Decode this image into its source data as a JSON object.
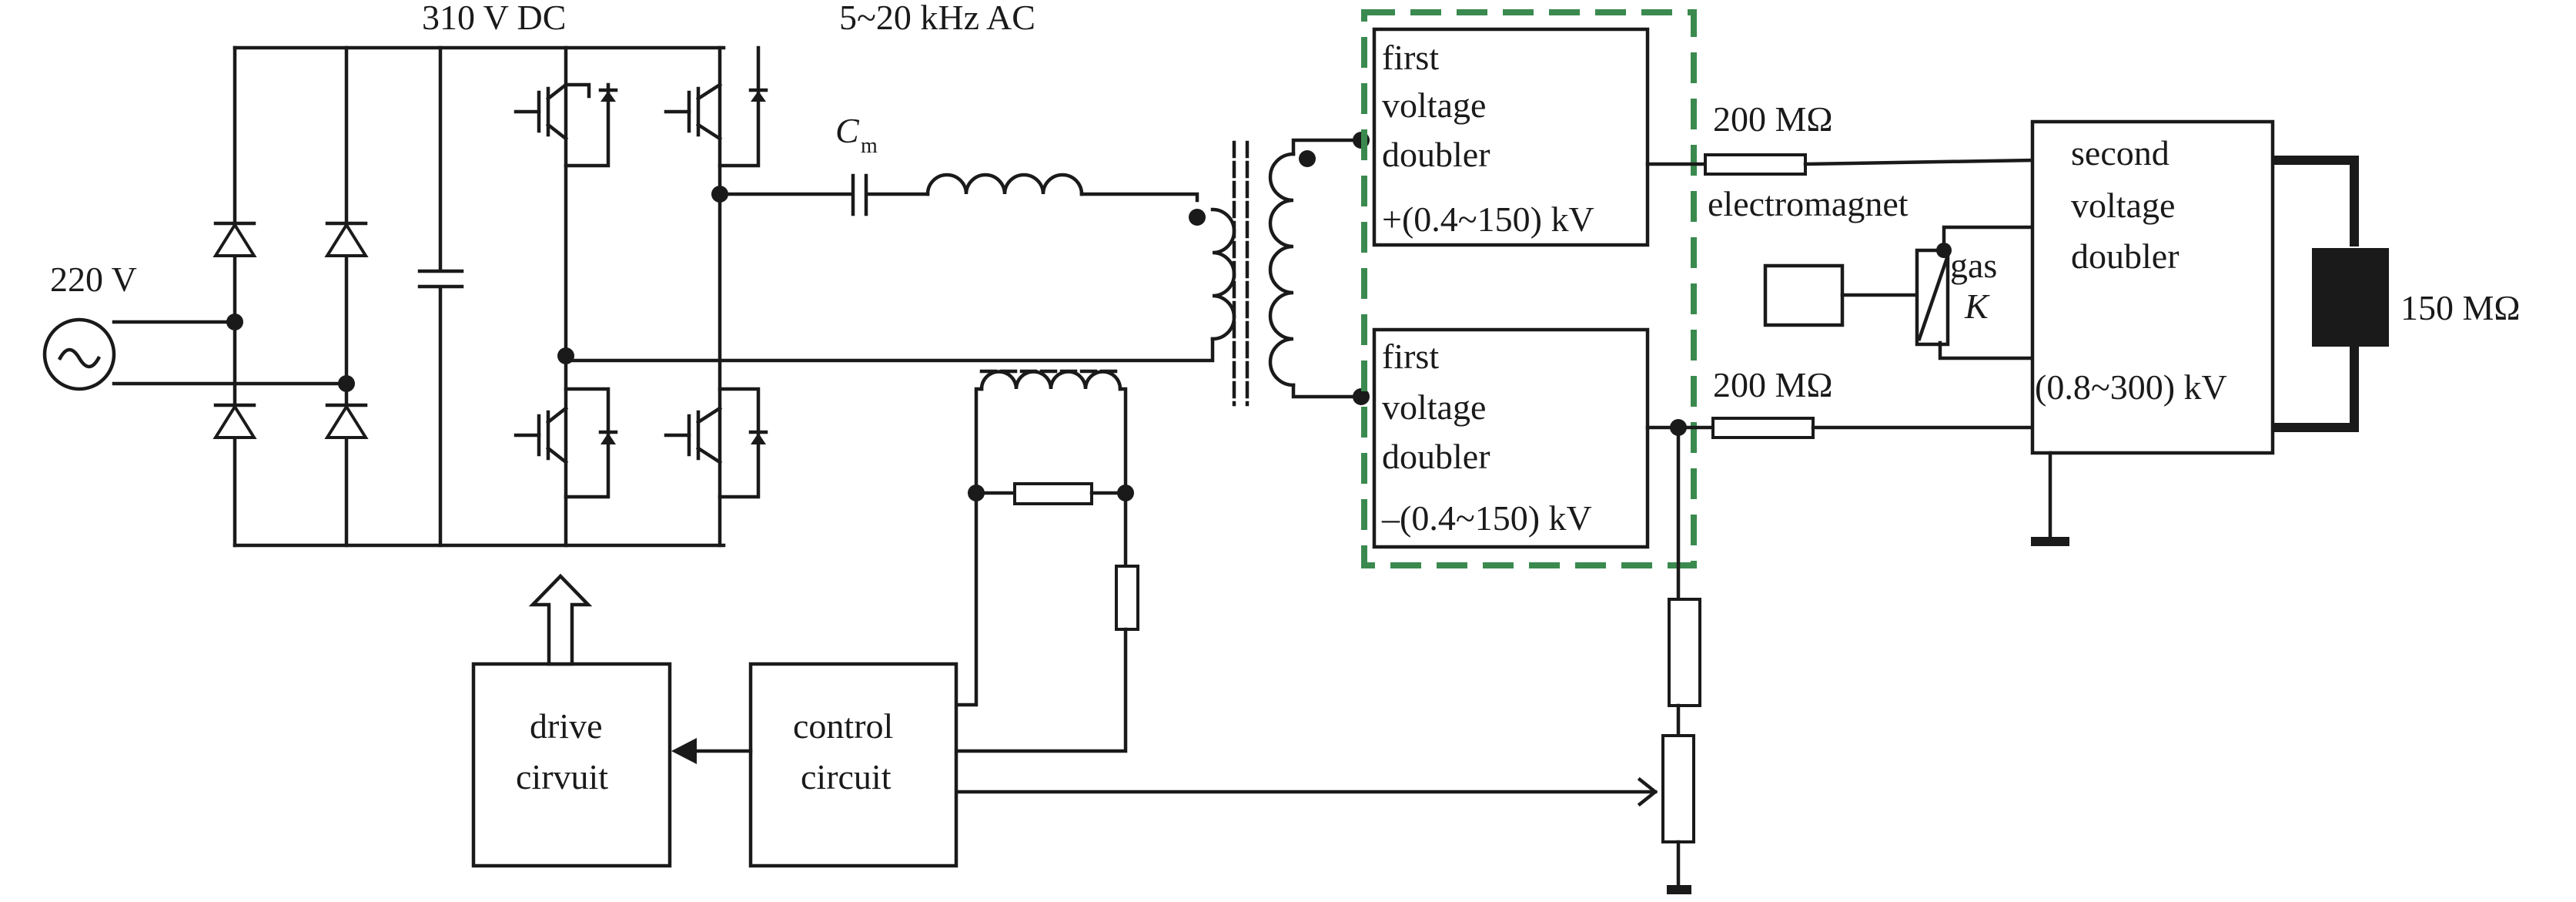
{
  "labels": {
    "dc_bus": "310 V DC",
    "ac_freq": "5~20 kHz AC",
    "mains": "220 V",
    "cap_symbol": "C",
    "cap_subscript": "m",
    "res_pos": "200 MΩ",
    "res_neg": "200 MΩ",
    "electromagnet": "electromagnet",
    "gas": "gas",
    "switch_k": "K",
    "load": "150 MΩ",
    "drive": [
      "drive",
      "cirvuit"
    ],
    "control": [
      "control",
      "circuit"
    ],
    "doubler_pos": [
      "first",
      "voltage",
      "doubler",
      "+(0.4~150) kV"
    ],
    "doubler_neg": [
      "first",
      "voltage",
      "doubler",
      "–(0.4~150) kV"
    ],
    "second_doubler": [
      "second",
      "voltage",
      "doubler",
      "(0.8~300) kV"
    ]
  },
  "colors": {
    "line": "#1a1a1a",
    "dashed_box": "#3a8a4f"
  }
}
